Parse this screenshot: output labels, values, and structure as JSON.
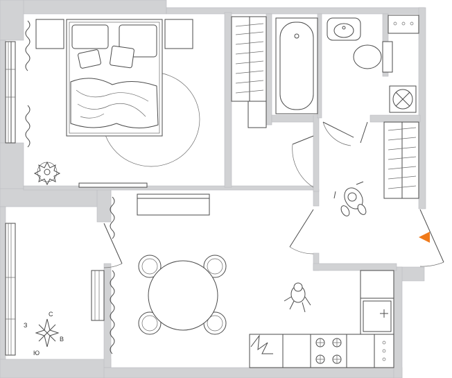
{
  "compass": {
    "north": "С",
    "south": "Ю",
    "east": "В",
    "west": "З"
  },
  "colors": {
    "wall": "#d1d2d4",
    "line": "#4a4a4a",
    "entrance_marker": "#f07a1a"
  },
  "icons": {
    "entrance": "orange-triangle-marker"
  }
}
